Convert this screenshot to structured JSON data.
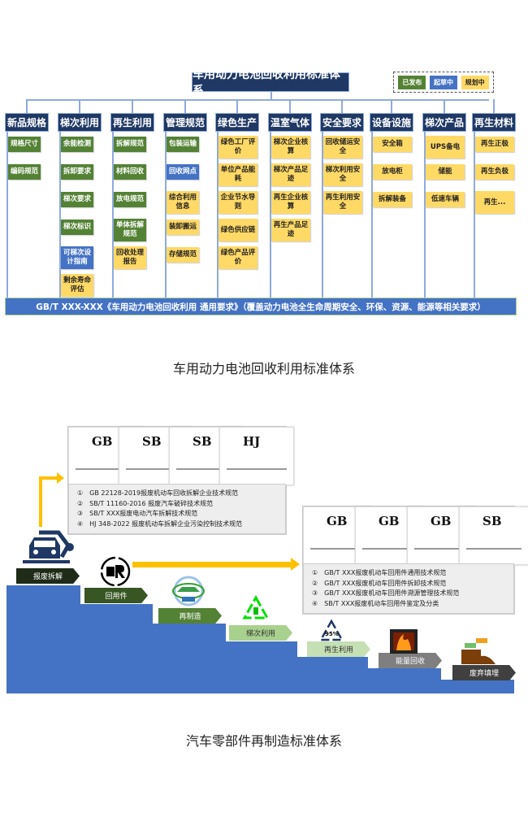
{
  "diagram1": {
    "title": "车用动力电池回收利用标准体系",
    "legend": [
      {
        "label": "已发布",
        "color": "#548235"
      },
      {
        "label": "起草中",
        "color": "#4472c4"
      },
      {
        "label": "规划中",
        "color": "#ffd966"
      }
    ],
    "columns": [
      {
        "header": "新品规格",
        "items": [
          {
            "t": "规格尺寸",
            "s": "G"
          },
          {
            "t": "编码规范",
            "s": "G"
          }
        ]
      },
      {
        "header": "梯次利用",
        "items": [
          {
            "t": "余能检测",
            "s": "G"
          },
          {
            "t": "拆卸要求",
            "s": "G"
          },
          {
            "t": "梯次要求",
            "s": "G"
          },
          {
            "t": "梯次标识",
            "s": "G"
          },
          {
            "t": "可梯次设计指南",
            "s": "B"
          },
          {
            "t": "剩余寿命评估",
            "s": "Y"
          }
        ]
      },
      {
        "header": "再生利用",
        "items": [
          {
            "t": "拆解规范",
            "s": "G"
          },
          {
            "t": "材料回收",
            "s": "G"
          },
          {
            "t": "放电规范",
            "s": "G"
          },
          {
            "t": "单体拆解规范",
            "s": "G"
          },
          {
            "t": "回收处理报告",
            "s": "Y"
          }
        ]
      },
      {
        "header": "管理规范",
        "items": [
          {
            "t": "包装运输",
            "s": "G"
          },
          {
            "t": "回收网点",
            "s": "B"
          },
          {
            "t": "综合利用信息",
            "s": "Y"
          },
          {
            "t": "装卸搬运",
            "s": "Y"
          },
          {
            "t": "存储规范",
            "s": "Y"
          }
        ]
      },
      {
        "header": "绿色生产",
        "items": [
          {
            "t": "绿色工厂评价",
            "s": "Y"
          },
          {
            "t": "单位产品能耗",
            "s": "Y"
          },
          {
            "t": "企业节水导则",
            "s": "Y"
          },
          {
            "t": "绿色供应链",
            "s": "Y"
          },
          {
            "t": "绿色产品评价",
            "s": "Y"
          }
        ]
      },
      {
        "header": "温室气体",
        "items": [
          {
            "t": "梯次企业核算",
            "s": "Y"
          },
          {
            "t": "梯次产品足迹",
            "s": "Y"
          },
          {
            "t": "再生企业核算",
            "s": "Y"
          },
          {
            "t": "再生产品足迹",
            "s": "Y"
          }
        ]
      },
      {
        "header": "安全要求",
        "items": [
          {
            "t": "回收储运安全",
            "s": "Y"
          },
          {
            "t": "梯次利用安全",
            "s": "Y"
          },
          {
            "t": "再生利用安全",
            "s": "Y"
          }
        ]
      },
      {
        "header": "设备设施",
        "items": [
          {
            "t": "安全箱",
            "s": "Y"
          },
          {
            "t": "放电柜",
            "s": "Y"
          },
          {
            "t": "拆解装备",
            "s": "Y"
          }
        ]
      },
      {
        "header": "梯次产品",
        "items": [
          {
            "t": "UPS备电",
            "s": "Y"
          },
          {
            "t": "储能",
            "s": "Y"
          },
          {
            "t": "低速车辆",
            "s": "Y"
          }
        ]
      },
      {
        "header": "再生材料",
        "items": [
          {
            "t": "再生正极",
            "s": "Y"
          },
          {
            "t": "再生负极",
            "s": "Y"
          },
          {
            "t": "再生...",
            "s": "Y"
          }
        ]
      }
    ],
    "bottom_bar": "GB/T XXX-XXX《车用动力电池回收利用 通用要求》（覆盖动力电池全生命周期安全、环保、资源、能源等相关要求）",
    "caption": "车用动力电池回收利用标准体系"
  },
  "diagram2": {
    "steps": [
      {
        "label": "报废拆解",
        "color": "#1e2b17"
      },
      {
        "label": "回用件",
        "color": "#375623"
      },
      {
        "label": "再制造",
        "color": "#548235"
      },
      {
        "label": "梯次利用",
        "color": "#a9d18e"
      },
      {
        "label": "再生利用",
        "color": "#c5e0b4"
      },
      {
        "label": "能量回收",
        "color": "#7f7f7f"
      },
      {
        "label": "废弃填埋",
        "color": "#404040"
      }
    ],
    "recycle_percent": "95%",
    "docs1": {
      "covers": [
        "GB",
        "SB",
        "SB",
        "HJ"
      ],
      "list": [
        "①　GB 22128-2019报废机动车回收拆解企业技术规范",
        "②　SB/T 11160-2016 报废汽车破碎技术规范",
        "③　SB/T XXX报废电动汽车拆解技术规范",
        "④　HJ 348-2022 报废机动车拆解企业污染控制技术规范"
      ]
    },
    "docs2": {
      "covers": [
        "GB",
        "GB",
        "GB",
        "SB"
      ],
      "list": [
        "①　GB/T XXX报废机动车回用件通用技术规范",
        "②　GB/T XXX报废机动车回用件拆卸技术规范",
        "③　GB/T XXX报废机动车回用件溯源管理技术规范",
        "④　SB/T XXX报废机动车回用件鉴定及分类"
      ]
    },
    "caption": "汽车零部件再制造标准体系"
  }
}
